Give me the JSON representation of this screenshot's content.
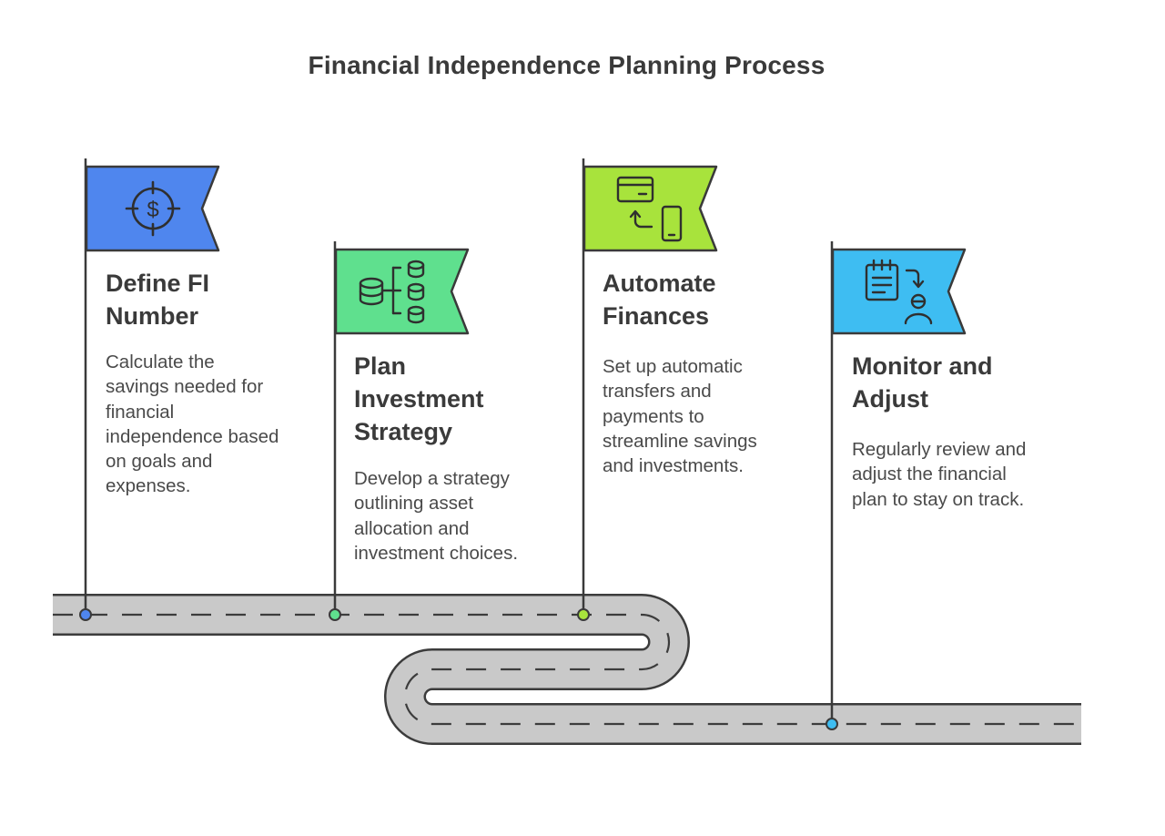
{
  "title": "Financial Independence Planning Process",
  "steps": [
    {
      "title": "Define FI\nNumber",
      "description": "Calculate the\nsavings needed for\nfinancial\nindependence based\non goals and\nexpenses.",
      "icon": "target-dollar-icon",
      "color": "#4f86ee"
    },
    {
      "title": "Plan\nInvestment\nStrategy",
      "description": "Develop a strategy\noutlining asset\nallocation and\ninvestment choices.",
      "icon": "database-allocation-icon",
      "color": "#5fe08e"
    },
    {
      "title": "Automate\nFinances",
      "description": "Set up automatic\ntransfers and\npayments to\nstreamline savings\nand investments.",
      "icon": "card-transfer-phone-icon",
      "color": "#a8e33c"
    },
    {
      "title": "Monitor and\nAdjust",
      "description": "Regularly review and\nadjust the financial\nplan to stay on track.",
      "icon": "checklist-person-icon",
      "color": "#3ebdf2"
    }
  ]
}
